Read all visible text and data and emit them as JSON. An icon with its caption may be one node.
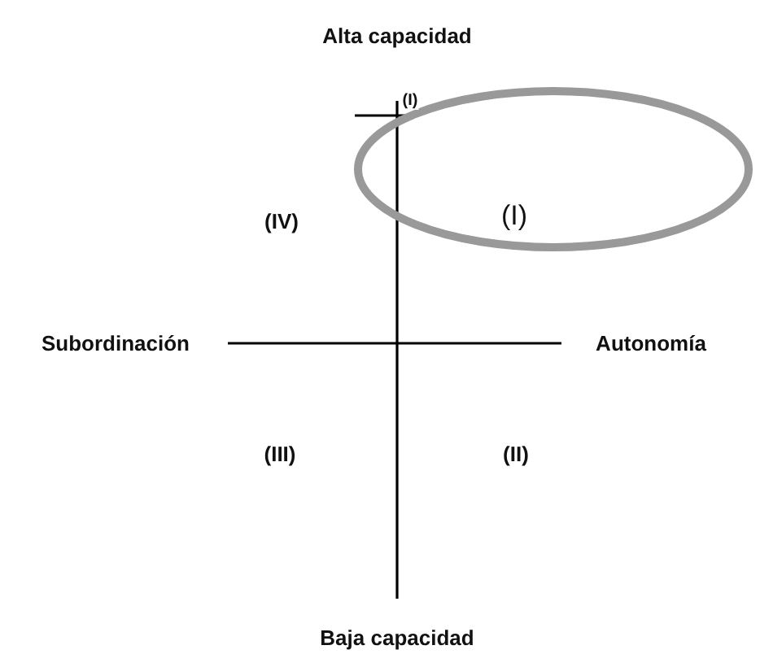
{
  "diagram": {
    "nodes": [
      {
        "text": [
          "(I)"
        ]
      }
    ],
    "labels": [
      "Alta capacidad",
      "(I)",
      "(IV)",
      "Subordinación",
      "Autonomía",
      "(III)",
      "(II)",
      "Baja capacidad"
    ]
  }
}
